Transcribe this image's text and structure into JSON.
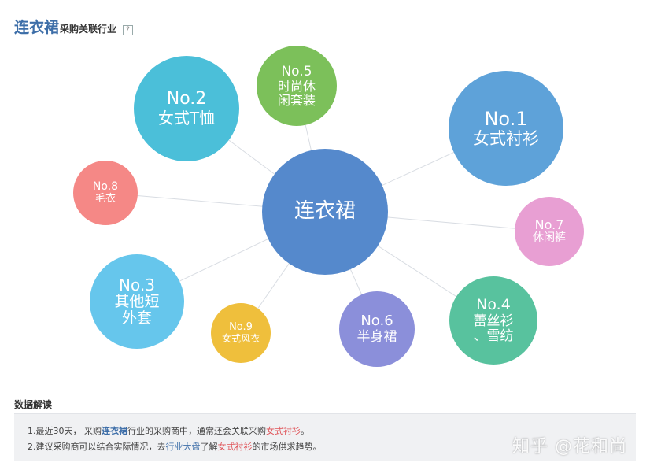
{
  "header": {
    "keyword": "连衣裙",
    "subtitle": "采购关联行业",
    "help_glyph": "?"
  },
  "diagram": {
    "center": {
      "label": "连衣裙",
      "color": "#5589cc"
    },
    "nodes": [
      {
        "rank": "No.1",
        "lines": [
          "女式衬衫"
        ],
        "color": "#5ea2d9"
      },
      {
        "rank": "No.2",
        "lines": [
          "女式T恤"
        ],
        "color": "#4bbfd9"
      },
      {
        "rank": "No.3",
        "lines": [
          "其他短",
          "外套"
        ],
        "color": "#66c6ec"
      },
      {
        "rank": "No.4",
        "lines": [
          "蕾丝衫",
          "、雪纺"
        ],
        "color": "#58c29e"
      },
      {
        "rank": "No.5",
        "lines": [
          "时尚休",
          "闲套装"
        ],
        "color": "#7cc05a"
      },
      {
        "rank": "No.6",
        "lines": [
          "半身裙"
        ],
        "color": "#8b8fda"
      },
      {
        "rank": "No.7",
        "lines": [
          "休闲裤"
        ],
        "color": "#e89fd3"
      },
      {
        "rank": "No.8",
        "lines": [
          "毛衣"
        ],
        "color": "#f58886"
      },
      {
        "rank": "No.9",
        "lines": [
          "女式风衣"
        ],
        "color": "#efbf3c"
      }
    ]
  },
  "analysis": {
    "title": "数据解读",
    "line1": {
      "p1": "1.最近30天， 采购",
      "kw": "连衣裙",
      "p2": "行业的采购商中，通常还会关联采购",
      "red": "女式衬衫",
      "p3": "。"
    },
    "line2": {
      "p1": "2.建议采购商可以结合实际情况，去",
      "link": "行业大盘",
      "p2": "了解",
      "red": "女式衬衫",
      "p3": "的市场供求趋势。"
    }
  },
  "watermark": "知乎 @花和尚"
}
